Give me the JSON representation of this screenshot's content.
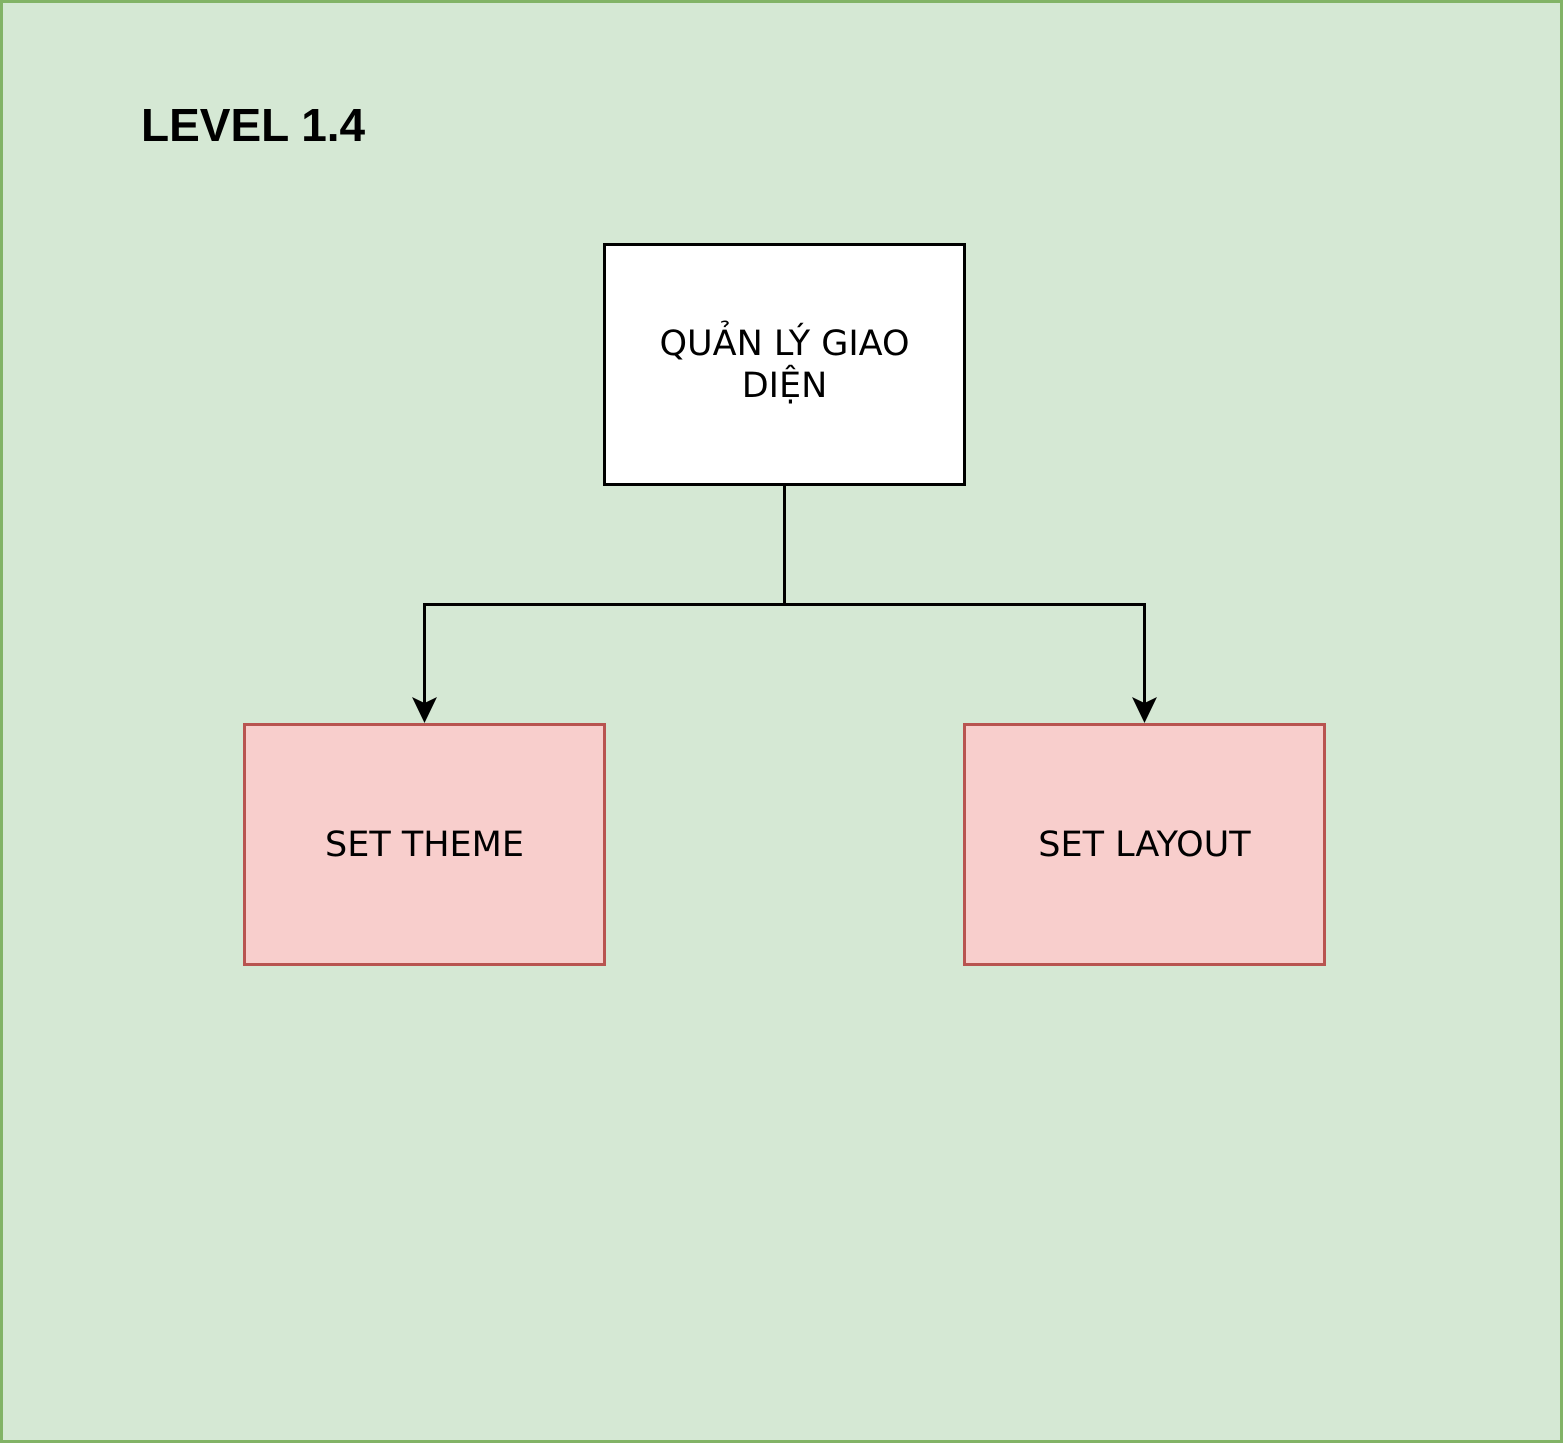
{
  "diagram": {
    "title": "LEVEL 1.4",
    "colors": {
      "background": "#d5e8d4",
      "frame_border": "#82b366",
      "root_fill": "#ffffff",
      "root_border": "#000000",
      "child_fill": "#f8cecc",
      "child_border": "#b85450",
      "edge": "#000000"
    },
    "nodes": [
      {
        "id": "root",
        "label": "QUẢN LÝ GIAO DIỆN"
      },
      {
        "id": "theme",
        "label": "SET THEME"
      },
      {
        "id": "layout",
        "label": "SET LAYOUT"
      }
    ],
    "edges": [
      {
        "from": "root",
        "to": "theme"
      },
      {
        "from": "root",
        "to": "layout"
      }
    ]
  }
}
